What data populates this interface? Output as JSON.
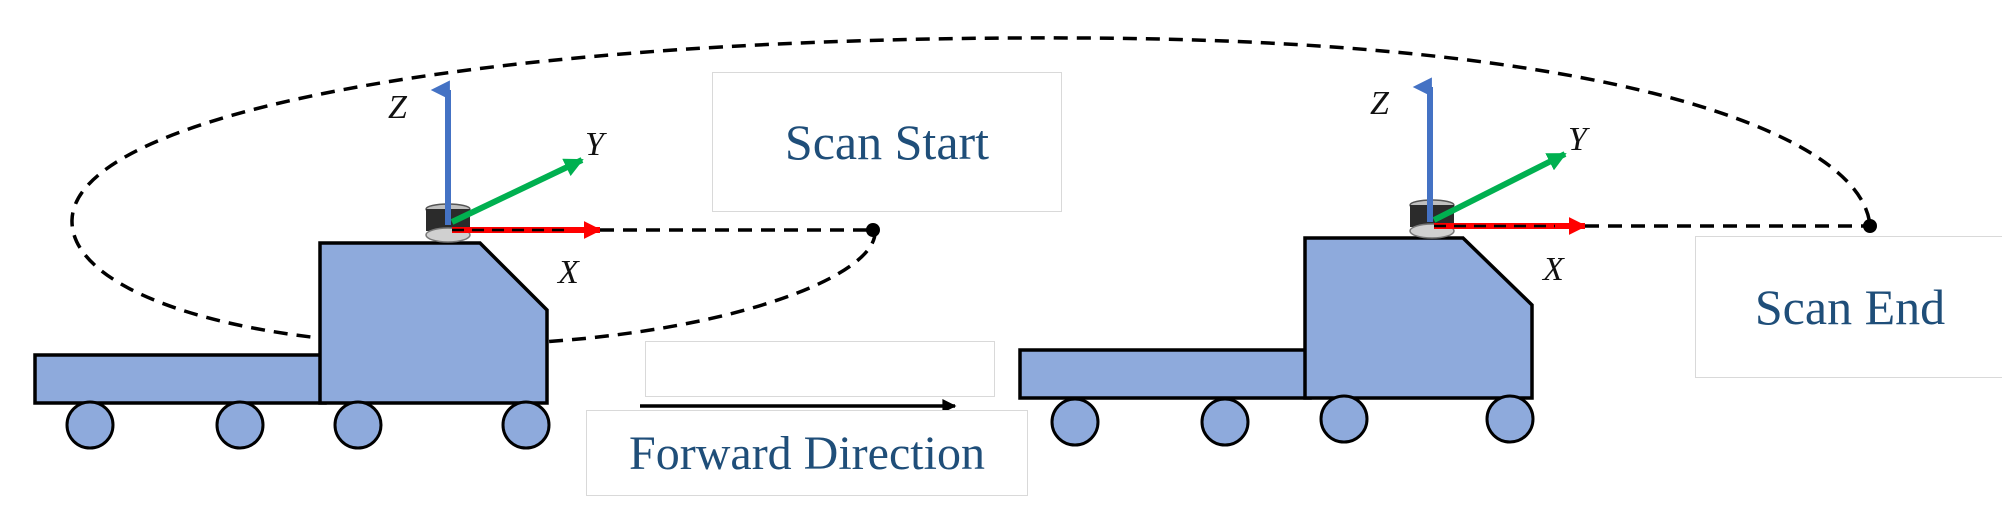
{
  "labels": {
    "scan_start": "Scan Start",
    "scan_end": "Scan End",
    "forward_direction": "Forward Direction"
  },
  "axes": {
    "z": "Z",
    "y": "Y",
    "x": "X"
  },
  "colors": {
    "vehicle_fill": "#8eaadc",
    "outline": "#000000",
    "z_axis": "#4472c4",
    "y_axis": "#00b050",
    "x_axis": "#ff0000",
    "label_text": "#1f4e79"
  }
}
